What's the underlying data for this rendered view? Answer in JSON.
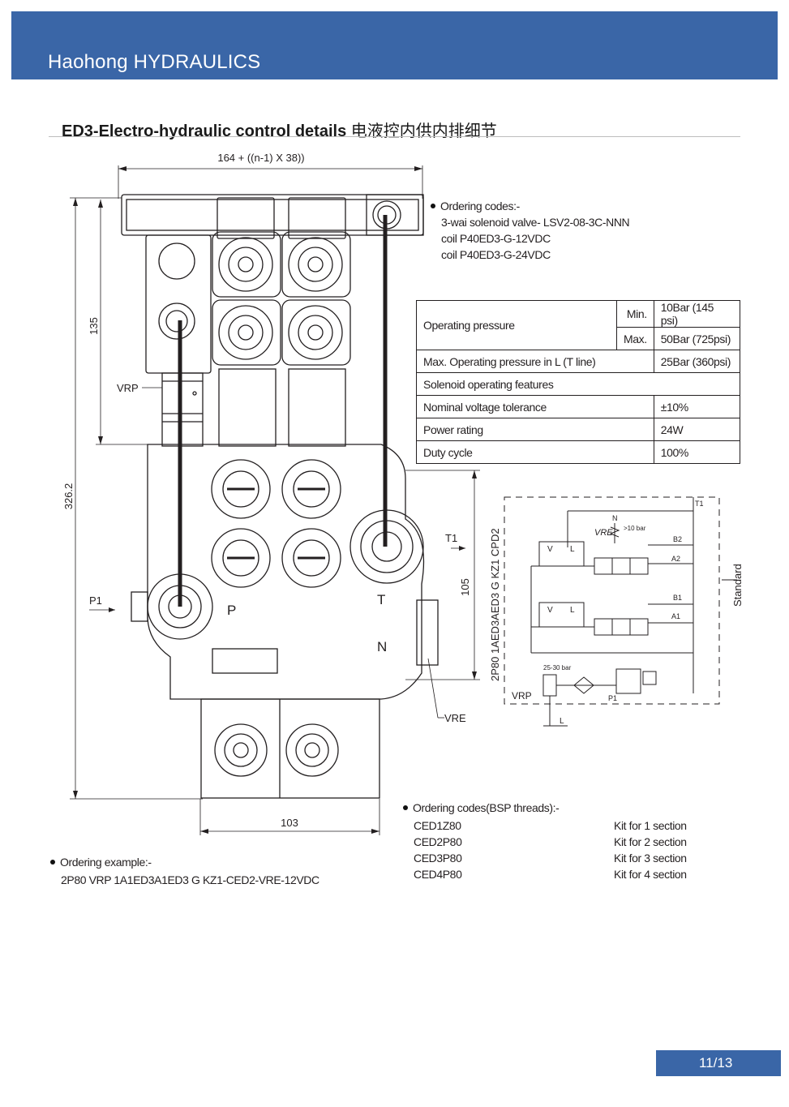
{
  "header": {
    "brand": "Haohong HYDRAULICS"
  },
  "section": {
    "title": "ED3-Electro-hydraulic control details",
    "title_cn": "电液控内供内排细节"
  },
  "drawing": {
    "dims": {
      "top_width": "164 + ((n-1) X 38))",
      "height_total": "326.2",
      "height_upper": "135",
      "height_right": "105",
      "bottom_width": "103"
    },
    "labels": {
      "vrp": "VRP",
      "p1": "P1",
      "t1": "T1",
      "p": "P",
      "t": "T",
      "n": "N",
      "vre": "VRE"
    }
  },
  "ordering_codes": {
    "heading": "Ordering codes:-",
    "lines": [
      "3-wai solenoid valve- LSV2-08-3C-NNN",
      "coil P40ED3-G-12VDC",
      "coil P40ED3-G-24VDC"
    ]
  },
  "spec_table": {
    "operating_pressure": "Operating pressure",
    "min_label": "Min.",
    "min_value": "10Bar (145 psi)",
    "max_label": "Max.",
    "max_value": "50Bar (725psi)",
    "max_l_label": "Max. Operating pressure in L (T line)",
    "max_l_value": "25Bar (360psi)",
    "solenoid_features": "Solenoid operating features",
    "voltage_tol_label": "Nominal voltage tolerance",
    "voltage_tol_value": "±10%",
    "power_label": "Power rating",
    "power_value": "24W",
    "duty_label": "Duty cycle",
    "duty_value": "100%"
  },
  "schematic": {
    "side_label": "2P80 1AED3AED3 G KZ1 CPD2",
    "standard": "Standard",
    "t1": "T1",
    "n": "N",
    "vre": "VRE",
    "vre_bar": ">10 bar",
    "b2": "B2",
    "a2": "A2",
    "b1": "B1",
    "a1": "A1",
    "v": "V",
    "l": "L",
    "bar_25_30": "25-30 bar",
    "vrp": "VRP",
    "p1": "P1",
    "l_bottom": "L"
  },
  "kits": {
    "heading": "Ordering codes(BSP threads):-",
    "rows": [
      {
        "code": "CED1Z80",
        "desc": "Kit for 1 section"
      },
      {
        "code": "CED2P80",
        "desc": "Kit for 2 section"
      },
      {
        "code": "CED3P80",
        "desc": "Kit for 3 section"
      },
      {
        "code": "CED4P80",
        "desc": "Kit for 4 section"
      }
    ]
  },
  "example": {
    "heading": "Ordering example:-",
    "code": "2P80 VRP 1A1ED3A1ED3 G KZ1-CED2-VRE-12VDC"
  },
  "page": {
    "number": "11/13"
  }
}
